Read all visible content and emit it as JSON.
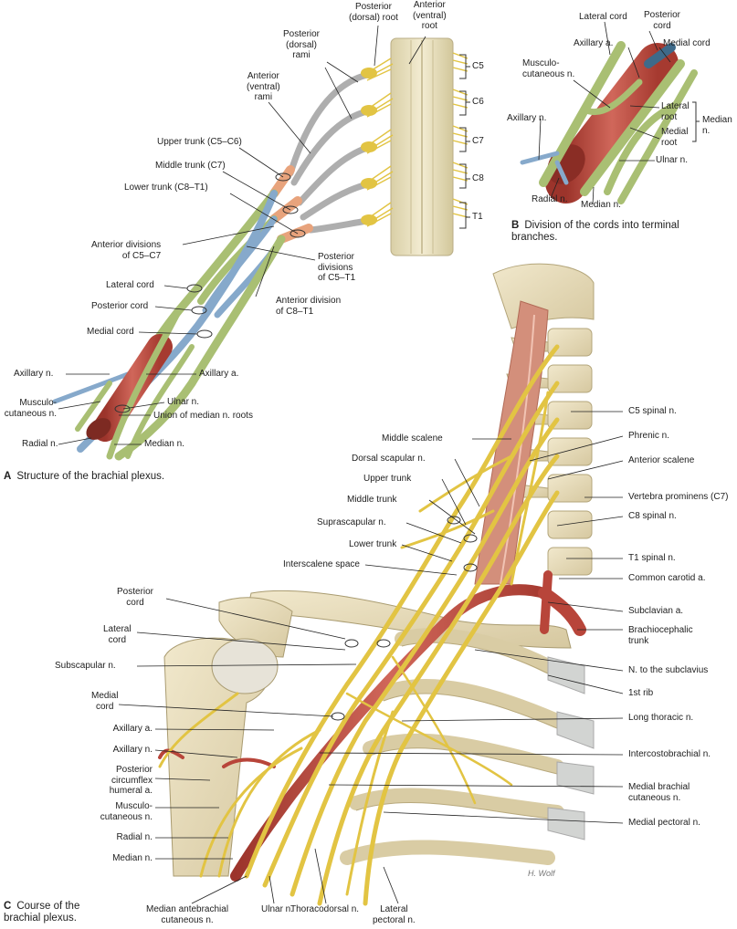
{
  "figure_a": {
    "caption_letter": "A",
    "caption_text": "Structure of the brachial plexus.",
    "labels": {
      "posterior_root": "Posterior\n(dorsal) root",
      "anterior_root": "Anterior\n(ventral)\nroot",
      "posterior_rami": "Posterior\n(dorsal)\nrami",
      "anterior_rami": "Anterior\n(ventral)\nrami",
      "upper_trunk": "Upper trunk (C5–C6)",
      "middle_trunk": "Middle trunk (C7)",
      "lower_trunk": "Lower trunk (C8–T1)",
      "anterior_divisions": "Anterior divisions\nof C5–C7",
      "posterior_divisions": "Posterior\ndivisions\nof C5–T1",
      "lateral_cord": "Lateral cord",
      "posterior_cord": "Posterior cord",
      "medial_cord": "Medial cord",
      "anterior_division_c8t1": "Anterior division\nof C8–T1",
      "axillary_n": "Axillary n.",
      "axillary_a": "Axillary a.",
      "musculocutaneous_n": "Musculo-\ncutaneous n.",
      "ulnar_n": "Ulnar n.",
      "union_median": "Union of median n. roots",
      "radial_n": "Radial n.",
      "median_n": "Median n."
    },
    "segments": [
      "C5",
      "C6",
      "C7",
      "C8",
      "T1"
    ]
  },
  "figure_b": {
    "caption_letter": "B",
    "caption_text": "Division of the cords into terminal\nbranches.",
    "labels": {
      "lateral_cord": "Lateral cord",
      "posterior_cord": "Posterior\ncord",
      "axillary_a": "Axillary a.",
      "medial_cord": "Medial cord",
      "musculocutaneous_n": "Musculo-\ncutaneous n.",
      "lateral_root": "Lateral\nroot",
      "medial_root": "Medial\nroot",
      "median_n_bracket": "Median\nn.",
      "axillary_n": "Axillary n.",
      "ulnar_n": "Ulnar n.",
      "radial_n": "Radial n.",
      "median_n": "Median n."
    }
  },
  "figure_c": {
    "caption_letter": "C",
    "caption_text": "Course of the\nbrachial plexus.",
    "labels": {
      "c5_spinal_n": "C5 spinal n.",
      "middle_scalene": "Middle scalene",
      "phrenic_n": "Phrenic n.",
      "dorsal_scapular_n": "Dorsal scapular n.",
      "anterior_scalene": "Anterior scalene",
      "upper_trunk": "Upper trunk",
      "vertebra_prominens": "Vertebra prominens (C7)",
      "middle_trunk": "Middle trunk",
      "c8_spinal_n": "C8 spinal n.",
      "suprascapular_n": "Suprascapular n.",
      "lower_trunk": "Lower trunk",
      "t1_spinal_n": "T1 spinal n.",
      "interscalene_space": "Interscalene space",
      "common_carotid_a": "Common carotid a.",
      "posterior_cord": "Posterior\ncord",
      "subclavian_a": "Subclavian a.",
      "brachiocephalic_trunk": "Brachiocephalic\ntrunk",
      "lateral_cord": "Lateral\ncord",
      "subscapular_n": "Subscapular n.",
      "n_to_subclavius": "N. to the subclavius",
      "first_rib": "1st rib",
      "medial_cord": "Medial\ncord",
      "long_thoracic_n": "Long thoracic n.",
      "axillary_a": "Axillary a.",
      "axillary_n": "Axillary n.",
      "intercostobrachial_n": "Intercostobrachial n.",
      "posterior_circumflex": "Posterior\ncircumflex\nhumeral a.",
      "medial_brachial_cut": "Medial brachial\ncutaneous n.",
      "musculocutaneous_n": "Musculo-\ncutaneous n.",
      "medial_pectoral_n": "Medial pectoral n.",
      "radial_n": "Radial n.",
      "median_n": "Median n.",
      "median_antebrachial": "Median antebrachial\ncutaneous n.",
      "ulnar_n": "Ulnar n.",
      "thoracodorsal_n": "Thoracodorsal n.",
      "lateral_pectoral_n": "Lateral\npectoral n."
    },
    "signature": "H. Wolf"
  },
  "colors": {
    "nerve_yellow": "#e2c443",
    "nerve_green": "#a9bf73",
    "nerve_blue": "#86a9cb",
    "nerve_gray": "#aeaeae",
    "trunk_orange": "#e8a37c",
    "artery_red": "#b8453a",
    "vein_blue": "#3e6a8a",
    "bone": "#e9dfbf",
    "muscle": "#d38f7b"
  }
}
